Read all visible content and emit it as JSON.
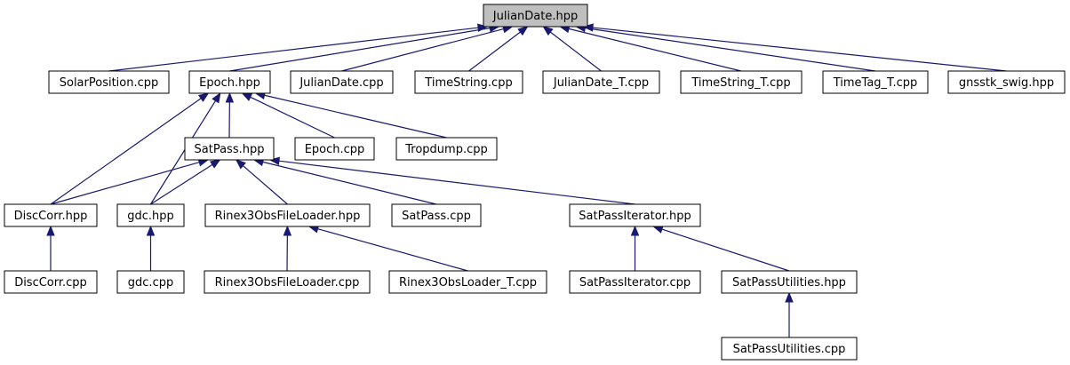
{
  "graph": {
    "colors": {
      "edge": "#191970",
      "root_fill": "#bfbfbf",
      "node_fill": "#ffffff",
      "border": "#000000"
    },
    "nodes": {
      "julian_date_hpp": "JulianDate.hpp",
      "solar_position_cpp": "SolarPosition.cpp",
      "epoch_hpp": "Epoch.hpp",
      "julian_date_cpp": "JulianDate.cpp",
      "time_string_cpp": "TimeString.cpp",
      "julian_date_t_cpp": "JulianDate_T.cpp",
      "time_string_t_cpp": "TimeString_T.cpp",
      "time_tag_t_cpp": "TimeTag_T.cpp",
      "gnsstk_swig_hpp": "gnsstk_swig.hpp",
      "sat_pass_hpp": "SatPass.hpp",
      "epoch_cpp": "Epoch.cpp",
      "tropdump_cpp": "Tropdump.cpp",
      "disc_corr_hpp": "DiscCorr.hpp",
      "gdc_hpp": "gdc.hpp",
      "rinex3_obs_file_loader_hpp": "Rinex3ObsFileLoader.hpp",
      "sat_pass_cpp": "SatPass.cpp",
      "sat_pass_iterator_hpp": "SatPassIterator.hpp",
      "disc_corr_cpp": "DiscCorr.cpp",
      "gdc_cpp": "gdc.cpp",
      "rinex3_obs_file_loader_cpp": "Rinex3ObsFileLoader.cpp",
      "rinex3_obs_loader_t_cpp": "Rinex3ObsLoader_T.cpp",
      "sat_pass_iterator_cpp": "SatPassIterator.cpp",
      "sat_pass_utilities_hpp": "SatPassUtilities.hpp",
      "sat_pass_utilities_cpp": "SatPassUtilities.cpp"
    },
    "edges": [
      [
        "solar_position_cpp",
        "julian_date_hpp"
      ],
      [
        "epoch_hpp",
        "julian_date_hpp"
      ],
      [
        "julian_date_cpp",
        "julian_date_hpp"
      ],
      [
        "time_string_cpp",
        "julian_date_hpp"
      ],
      [
        "julian_date_t_cpp",
        "julian_date_hpp"
      ],
      [
        "time_string_t_cpp",
        "julian_date_hpp"
      ],
      [
        "time_tag_t_cpp",
        "julian_date_hpp"
      ],
      [
        "gnsstk_swig_hpp",
        "julian_date_hpp"
      ],
      [
        "sat_pass_hpp",
        "epoch_hpp"
      ],
      [
        "epoch_cpp",
        "epoch_hpp"
      ],
      [
        "tropdump_cpp",
        "epoch_hpp"
      ],
      [
        "disc_corr_hpp",
        "epoch_hpp"
      ],
      [
        "gdc_hpp",
        "epoch_hpp"
      ],
      [
        "disc_corr_hpp",
        "sat_pass_hpp"
      ],
      [
        "gdc_hpp",
        "sat_pass_hpp"
      ],
      [
        "rinex3_obs_file_loader_hpp",
        "sat_pass_hpp"
      ],
      [
        "sat_pass_cpp",
        "sat_pass_hpp"
      ],
      [
        "sat_pass_iterator_hpp",
        "sat_pass_hpp"
      ],
      [
        "disc_corr_cpp",
        "disc_corr_hpp"
      ],
      [
        "gdc_cpp",
        "gdc_hpp"
      ],
      [
        "rinex3_obs_file_loader_cpp",
        "rinex3_obs_file_loader_hpp"
      ],
      [
        "rinex3_obs_loader_t_cpp",
        "rinex3_obs_file_loader_hpp"
      ],
      [
        "sat_pass_iterator_cpp",
        "sat_pass_iterator_hpp"
      ],
      [
        "sat_pass_utilities_hpp",
        "sat_pass_iterator_hpp"
      ],
      [
        "sat_pass_utilities_cpp",
        "sat_pass_utilities_hpp"
      ]
    ]
  }
}
